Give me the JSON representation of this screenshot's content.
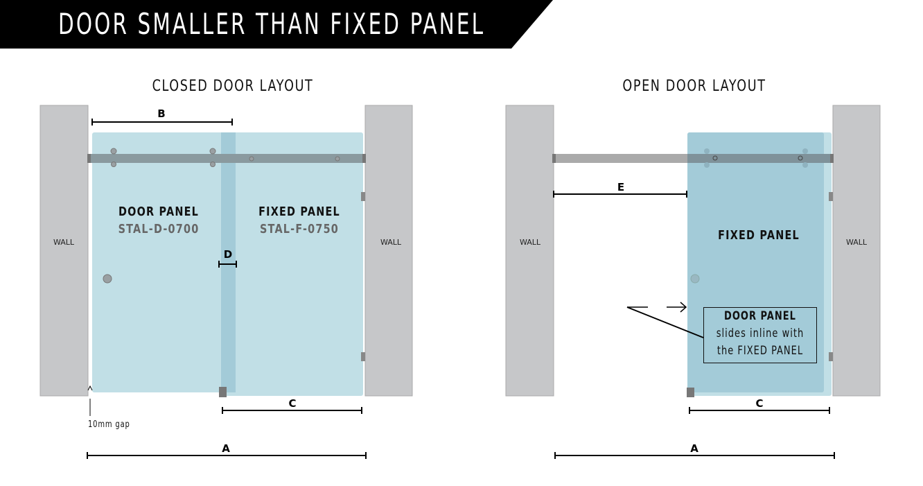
{
  "title": "DOOR SMALLER THAN FIXED PANEL",
  "closed": {
    "heading": "CLOSED DOOR LAYOUT",
    "wall_left": "WALL",
    "wall_right": "WALL",
    "door_label": "DOOR PANEL",
    "door_code": "STAL-D-0700",
    "fixed_label": "FIXED PANEL",
    "fixed_code": "STAL-F-0750",
    "dim_a": "A",
    "dim_b": "B",
    "dim_c": "C",
    "dim_d": "D",
    "gap_note": "10mm gap"
  },
  "open": {
    "heading": "OPEN DOOR LAYOUT",
    "wall_left": "WALL",
    "wall_right": "WALL",
    "fixed_label": "FIXED PANEL",
    "dim_a": "A",
    "dim_c": "C",
    "dim_e": "E",
    "note_line1": "DOOR PANEL",
    "note_line2": "slides inline with",
    "note_line3": "the FIXED PANEL"
  },
  "colors": {
    "glass": "#c1dfe6",
    "glass_dark": "#a3cbd8",
    "wall": "#c6c7c9",
    "rail": "#8a9a9f",
    "banner": "#000000"
  }
}
